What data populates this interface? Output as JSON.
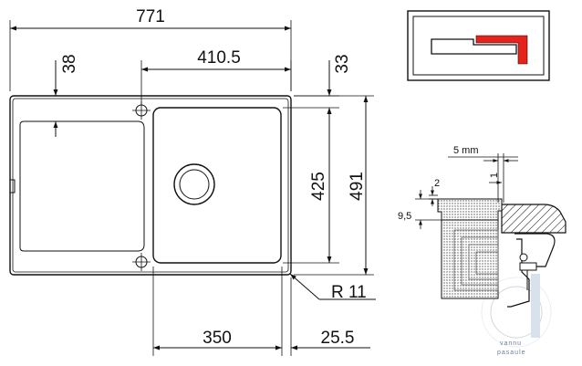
{
  "dimensions": {
    "overall_width": "771",
    "bowl_width": "410.5",
    "top_margin": "38",
    "bowl_side_margin": "33",
    "bowl_depth": "425",
    "overall_depth": "491",
    "corner_radius": "R 11",
    "drainer_width": "350",
    "bottom_offset": "25.5"
  },
  "section_detail": {
    "gap_label": "5 mm",
    "edge_label": "1",
    "lip_label": "2",
    "thickness_label": "9,5"
  },
  "watermark": {
    "line1": "vannu",
    "line2": "pasaule"
  },
  "colors": {
    "line": "#111111",
    "accent_red": "#e5231b",
    "watermark": "#6b7f97"
  }
}
